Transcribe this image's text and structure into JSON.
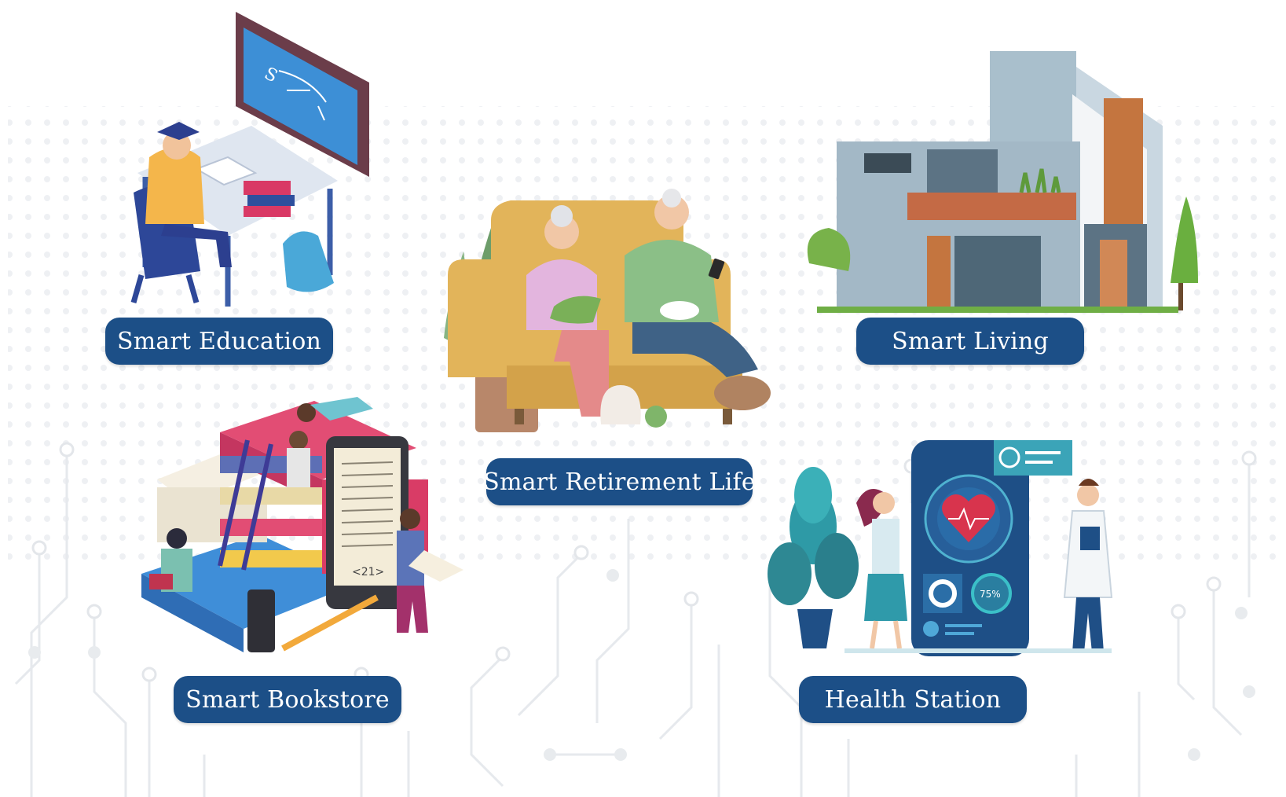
{
  "labels": {
    "education": "Smart Education",
    "living": "Smart Living",
    "retirement": "Smart Retirement Life",
    "bookstore": "Smart Bookstore",
    "health": "Health Station"
  },
  "illustrations": {
    "chalkboard_formula": "S",
    "book_page_number": "<21>",
    "health_percent": "75%"
  },
  "colors": {
    "pill": "#1c4f87",
    "circuit": "#e7eaee",
    "dots": "#eceef1"
  }
}
